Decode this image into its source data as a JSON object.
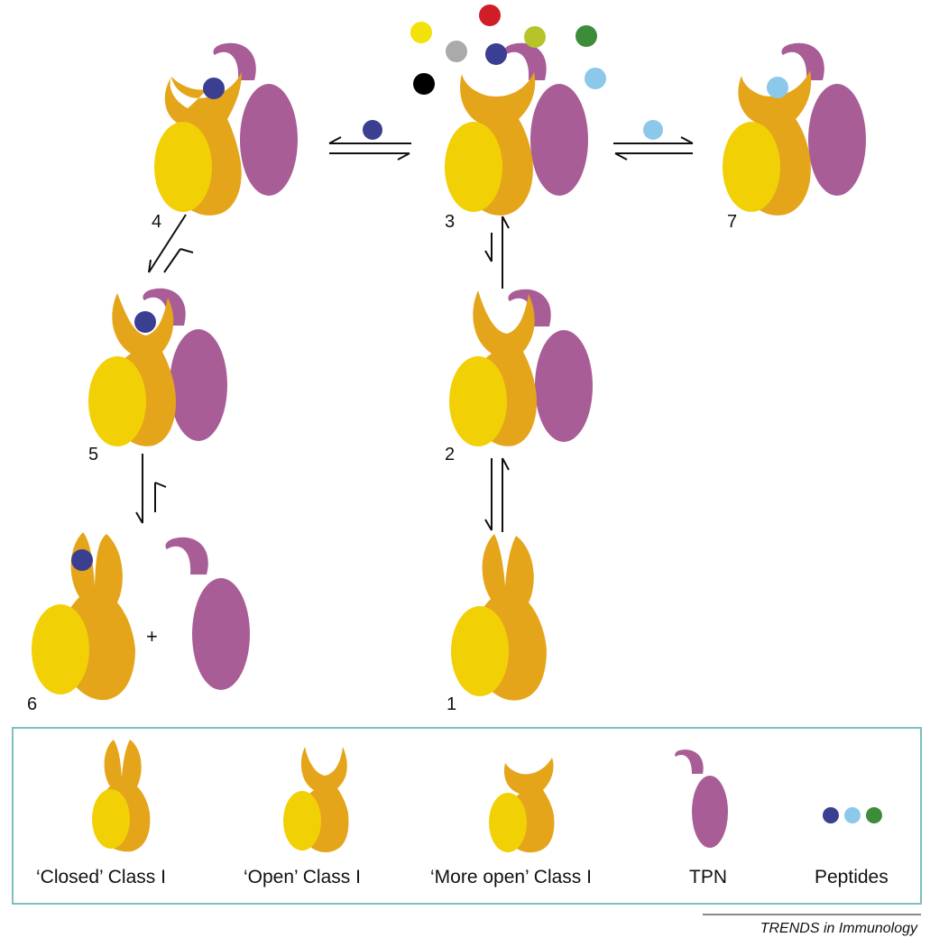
{
  "colors": {
    "class_i_heavy": "#E4A51A",
    "beta2m": "#F2D006",
    "tapasin": "#A95D96",
    "legend_border": "#7FBFBF",
    "arrow": "#111111"
  },
  "states": [
    {
      "id": 1,
      "label": "1",
      "form": "closed",
      "tpn": false,
      "peptide": null
    },
    {
      "id": 2,
      "label": "2",
      "form": "open",
      "tpn": true,
      "peptide": null
    },
    {
      "id": 3,
      "label": "3",
      "form": "more-open",
      "tpn": true,
      "peptide": null
    },
    {
      "id": 4,
      "label": "4",
      "form": "more-open",
      "tpn": true,
      "peptide": "dark-blue"
    },
    {
      "id": 5,
      "label": "5",
      "form": "open",
      "tpn": true,
      "peptide": "dark-blue"
    },
    {
      "id": 6,
      "label": "6",
      "form": "closed",
      "tpn": false,
      "peptide": "dark-blue"
    },
    {
      "id": 7,
      "label": "7",
      "form": "more-open",
      "tpn": true,
      "peptide": "light-blue"
    }
  ],
  "peptide_pool": [
    "yellow",
    "red",
    "yellow-green",
    "green",
    "grey",
    "dark-blue",
    "black",
    "light-blue"
  ],
  "peptide_colors": {
    "yellow": "#F2E10A",
    "red": "#D01E26",
    "yellow-green": "#B6C42A",
    "green": "#3D8C3A",
    "grey": "#AAAAAA",
    "dark-blue": "#3A3F92",
    "black": "#000000",
    "light-blue": "#8CC8EA"
  },
  "dissociated_symbol": "+",
  "legend": {
    "items": [
      {
        "name": "closed",
        "label": "‘Closed’ Class I"
      },
      {
        "name": "open",
        "label": "‘Open’ Class I"
      },
      {
        "name": "more-open",
        "label": "‘More open’ Class I"
      },
      {
        "name": "tpn",
        "label": "TPN"
      },
      {
        "name": "peptides",
        "label": "Peptides"
      }
    ]
  },
  "credit": "TRENDS in Immunology"
}
